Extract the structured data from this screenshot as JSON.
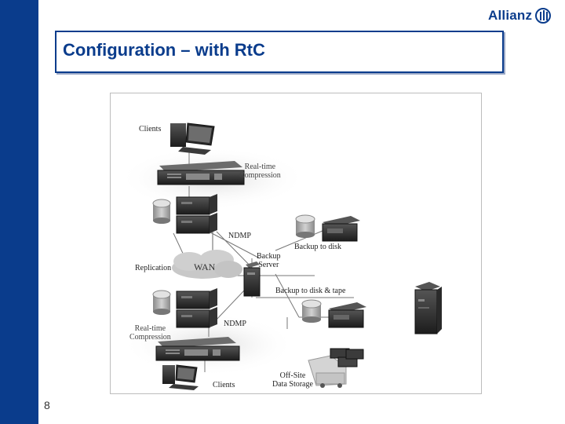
{
  "brand": {
    "name": "Allianz"
  },
  "slide": {
    "title": "Configuration – with RtC",
    "page_number": "8"
  },
  "diagram": {
    "labels": {
      "clients_top": "Clients",
      "rtc_top": "Real-time\nCompression",
      "ndmp_top": "NDMP",
      "backup_to_disk": "Backup to disk",
      "backup_server": "Backup\nServer",
      "replication": "Replication",
      "wan": "WAN",
      "backup_disk_tape": "Backup to disk & tape",
      "ndmp_bottom": "NDMP",
      "rtc_bottom": "Real-time\nCompression",
      "clients_bottom": "Clients",
      "offsite": "Off-Site\nData Storage"
    }
  },
  "colors": {
    "brand_blue": "#0a3c8c"
  }
}
